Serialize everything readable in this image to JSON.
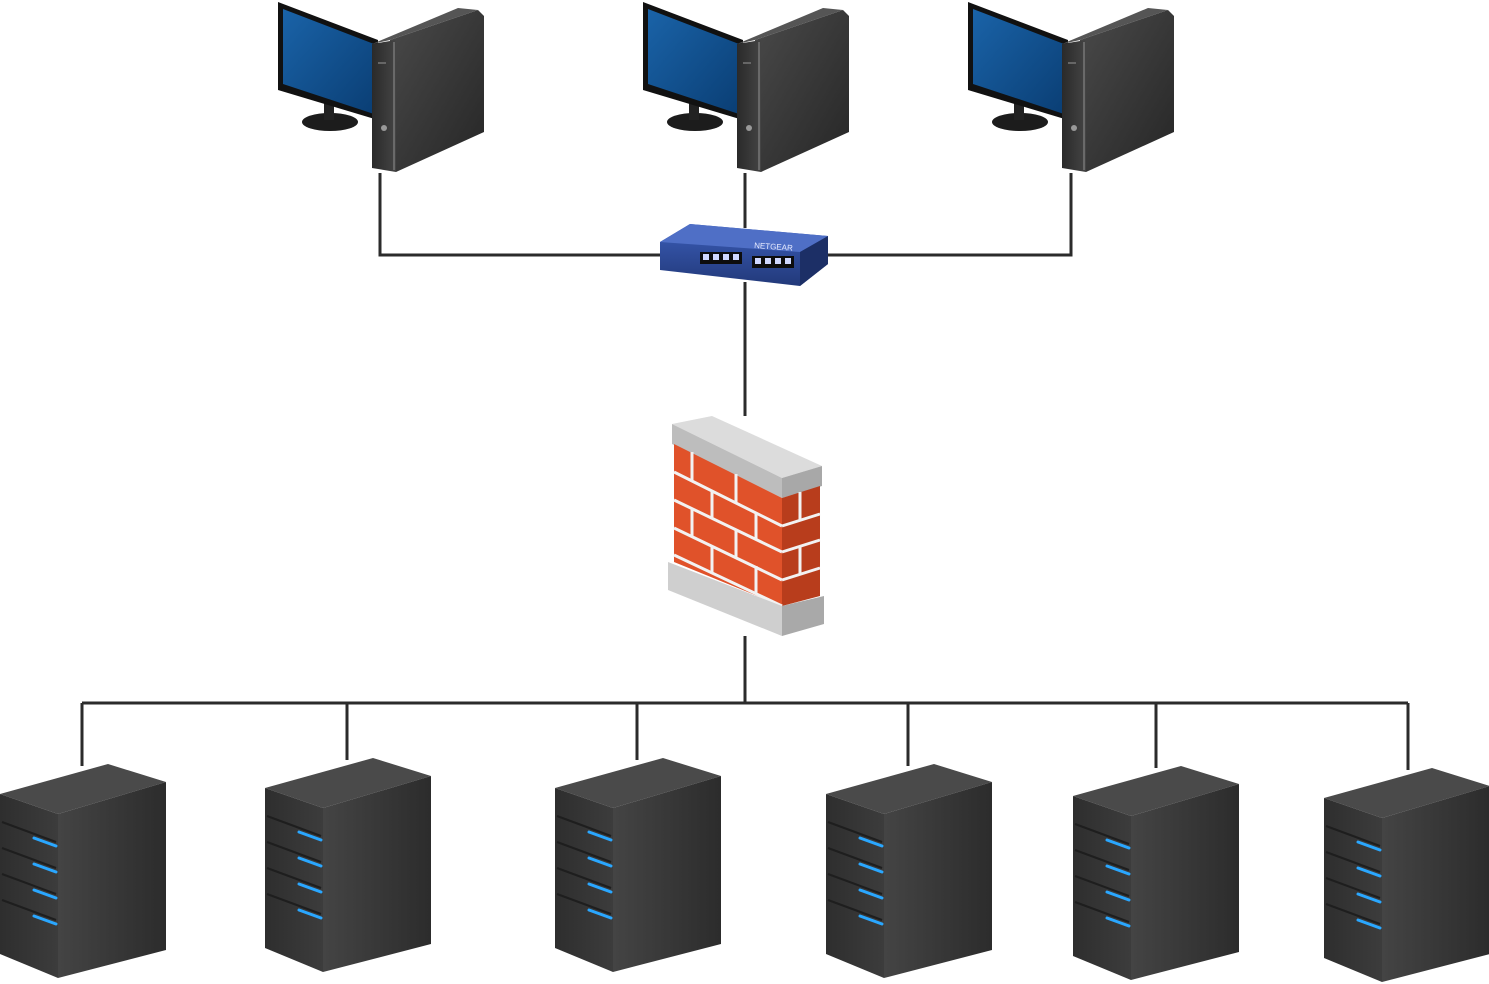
{
  "diagram": {
    "type": "network-topology",
    "nodes": [
      {
        "id": "pc-1",
        "kind": "workstation",
        "icon": "desktop-computer-icon"
      },
      {
        "id": "pc-2",
        "kind": "workstation",
        "icon": "desktop-computer-icon"
      },
      {
        "id": "pc-3",
        "kind": "workstation",
        "icon": "desktop-computer-icon"
      },
      {
        "id": "switch",
        "kind": "network-switch",
        "icon": "network-switch-icon",
        "brand_text": "NETGEAR"
      },
      {
        "id": "firewall",
        "kind": "firewall",
        "icon": "brick-firewall-icon"
      },
      {
        "id": "srv-1",
        "kind": "server",
        "icon": "server-tower-icon"
      },
      {
        "id": "srv-2",
        "kind": "server",
        "icon": "server-tower-icon"
      },
      {
        "id": "srv-3",
        "kind": "server",
        "icon": "server-tower-icon"
      },
      {
        "id": "srv-4",
        "kind": "server",
        "icon": "server-tower-icon"
      },
      {
        "id": "srv-5",
        "kind": "server",
        "icon": "server-tower-icon"
      },
      {
        "id": "srv-6",
        "kind": "server",
        "icon": "server-tower-icon"
      }
    ],
    "edges": [
      {
        "from": "pc-1",
        "to": "switch"
      },
      {
        "from": "pc-2",
        "to": "switch"
      },
      {
        "from": "pc-3",
        "to": "switch"
      },
      {
        "from": "switch",
        "to": "firewall"
      },
      {
        "from": "firewall",
        "to": "srv-1"
      },
      {
        "from": "firewall",
        "to": "srv-2"
      },
      {
        "from": "firewall",
        "to": "srv-3"
      },
      {
        "from": "firewall",
        "to": "srv-4"
      },
      {
        "from": "firewall",
        "to": "srv-5"
      },
      {
        "from": "firewall",
        "to": "srv-6"
      }
    ],
    "colors": {
      "cable": "#2b2b2b",
      "monitor_screen": "#0b4f8f",
      "tower_body": "#3a3a3a",
      "switch_body": "#2d4b9e",
      "brick": "#e0522a",
      "mortar": "#f2f2f2",
      "server_body": "#3d3d3d",
      "server_led": "#2aa7ff"
    }
  }
}
